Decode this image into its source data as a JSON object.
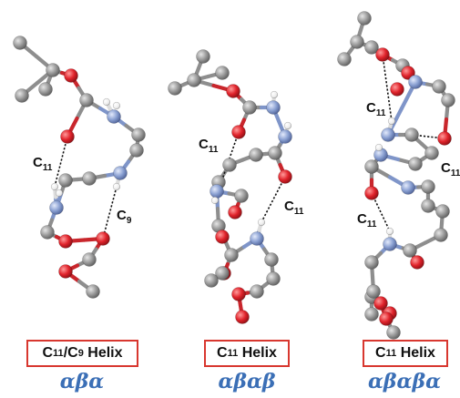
{
  "colors": {
    "carbon": "#8e8e8e",
    "oxygen": "#d8222a",
    "nitrogen": "#7f95c9",
    "hydrogen": "#f2f2f2",
    "box_border": "#d8372f",
    "sequence": "#3b6fb6"
  },
  "panels": [
    {
      "hbond_labels": [
        {
          "main": "C",
          "sub": "11"
        },
        {
          "main": "C",
          "sub": "9"
        }
      ],
      "helix_box": {
        "part1_main": "C",
        "part1_sub": "11",
        "part2_main": "/C",
        "part2_sub": "9",
        "suffix": " Helix"
      },
      "sequence": "αβα"
    },
    {
      "hbond_labels": [
        {
          "main": "C",
          "sub": "11"
        },
        {
          "main": "C",
          "sub": "11"
        }
      ],
      "helix_box": {
        "main": "C",
        "sub": "11",
        "suffix": " Helix"
      },
      "sequence": "αβαβ"
    },
    {
      "hbond_labels": [
        {
          "main": "C",
          "sub": "11"
        },
        {
          "main": "C",
          "sub": "11"
        },
        {
          "main": "C",
          "sub": "11"
        }
      ],
      "helix_box": {
        "main": "C",
        "sub": "11",
        "suffix": " Helix"
      },
      "sequence": "αβαβα"
    }
  ]
}
